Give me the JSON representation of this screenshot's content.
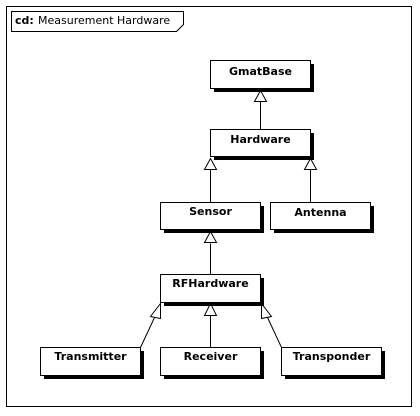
{
  "frame": {
    "prefix": "cd:",
    "name": "Measurement Hardware"
  },
  "classes": {
    "gmatbase": "GmatBase",
    "hardware": "Hardware",
    "sensor": "Sensor",
    "antenna": "Antenna",
    "rfhardware": "RFHardware",
    "transmitter": "Transmitter",
    "receiver": "Receiver",
    "transponder": "Transponder"
  },
  "relations": [
    {
      "child": "hardware",
      "parent": "gmatbase",
      "type": "generalization"
    },
    {
      "child": "sensor",
      "parent": "hardware",
      "type": "generalization"
    },
    {
      "child": "antenna",
      "parent": "hardware",
      "type": "generalization"
    },
    {
      "child": "rfhardware",
      "parent": "sensor",
      "type": "generalization"
    },
    {
      "child": "transmitter",
      "parent": "rfhardware",
      "type": "generalization"
    },
    {
      "child": "receiver",
      "parent": "rfhardware",
      "type": "generalization"
    },
    {
      "child": "transponder",
      "parent": "rfhardware",
      "type": "generalization"
    }
  ]
}
